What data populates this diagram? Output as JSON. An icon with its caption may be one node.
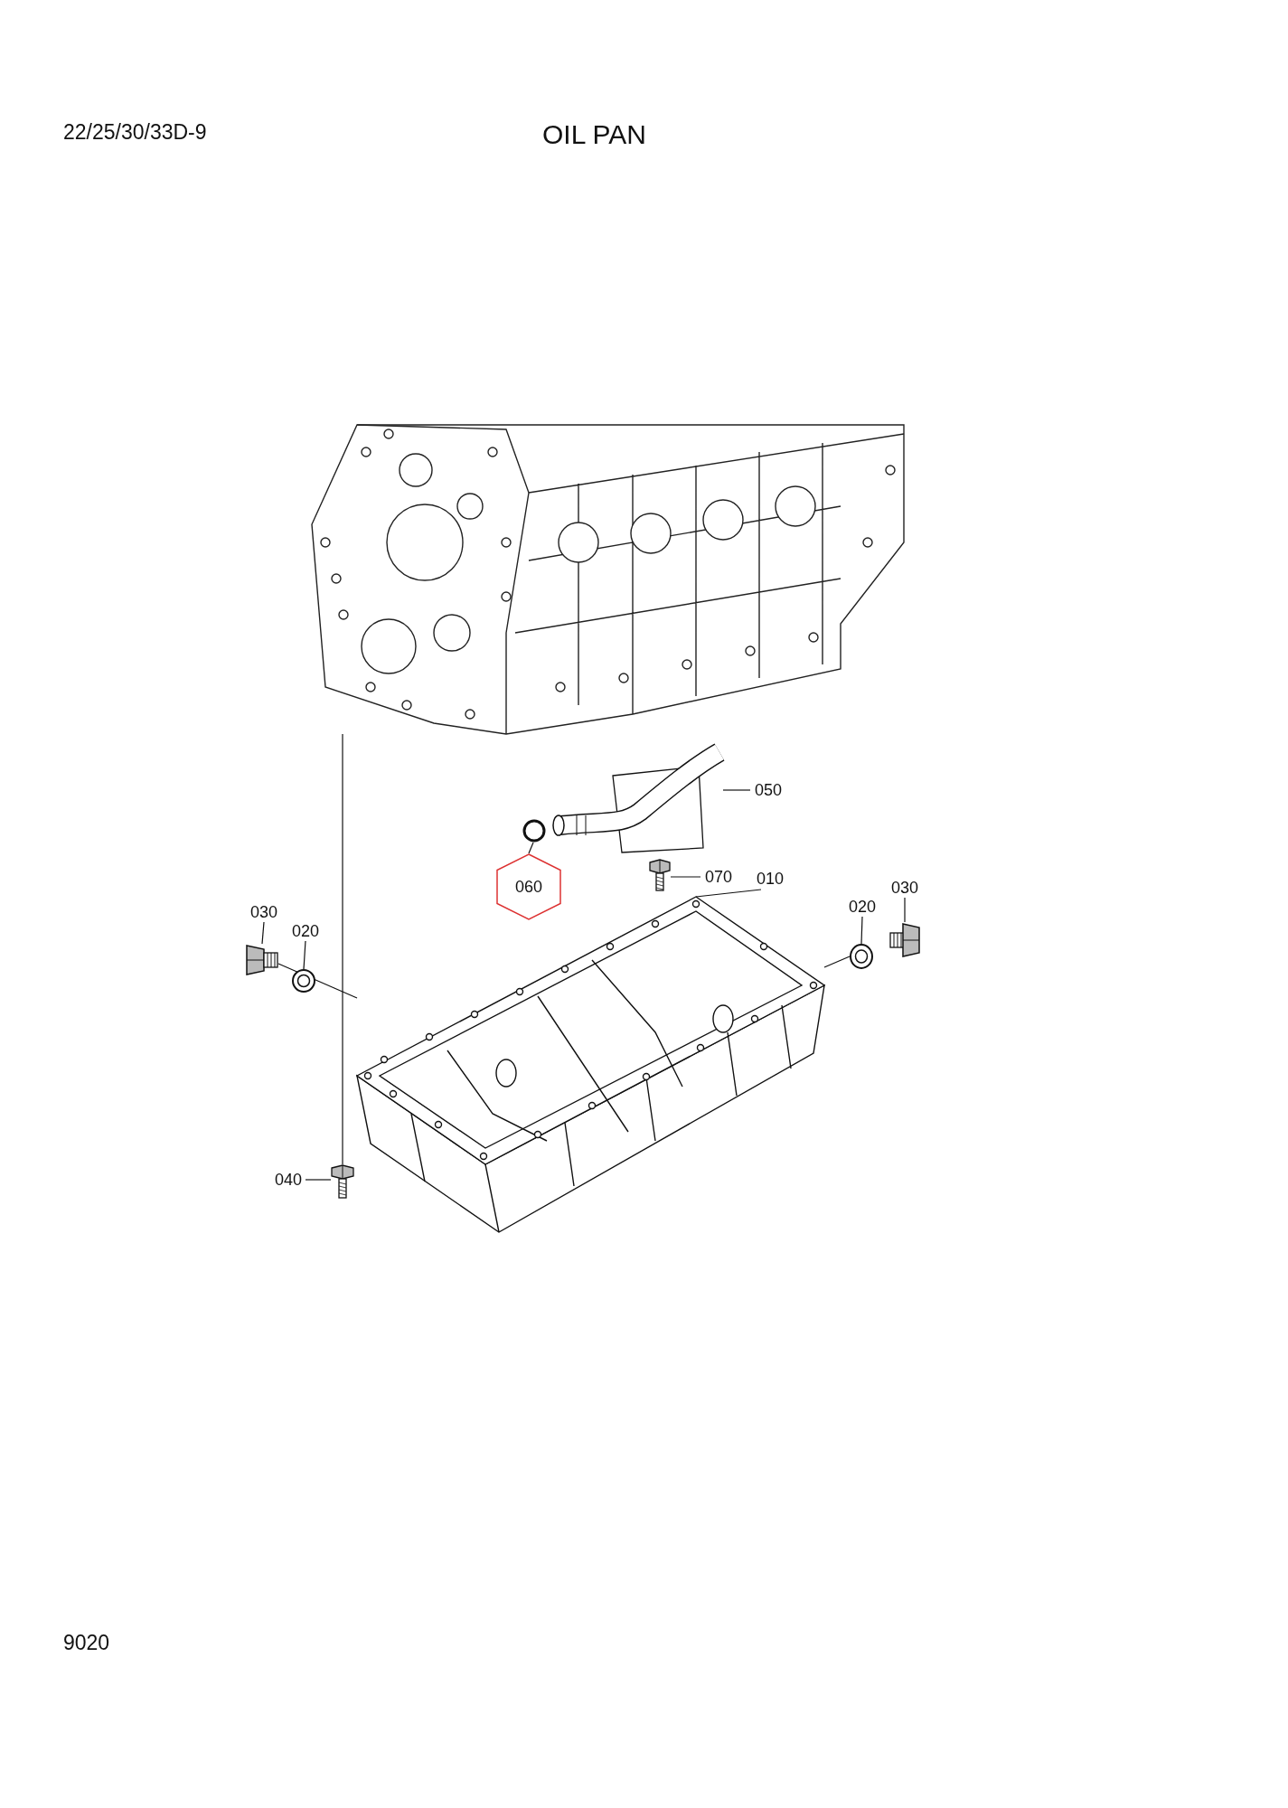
{
  "diagram": {
    "title": "OIL PAN",
    "nodes": [
      {
        "text": [
          "050"
        ]
      },
      {
        "text": [],
        "shape": "picture"
      },
      {
        "text": [
          "060"
        ]
      },
      {
        "text": [],
        "shape": "circle"
      },
      {
        "text": [
          "070"
        ]
      },
      {
        "text": [],
        "shape": "picture"
      },
      {
        "text": [
          "030"
        ]
      },
      {
        "text": [
          "020"
        ]
      },
      {
        "text": [],
        "shape": "picture"
      },
      {
        "text": [],
        "shape": "picture"
      },
      {
        "text": [
          "010"
        ]
      },
      {
        "text": [
          "030"
        ]
      },
      {
        "text": [
          "020"
        ]
      },
      {
        "text": [],
        "shape": "picture"
      },
      {
        "text": [],
        "shape": "picture"
      },
      {
        "text": [],
        "shape": "picture"
      },
      {
        "text": [
          "040"
        ]
      },
      {
        "text": [],
        "shape": "picture"
      },
      {
        "text": [],
        "shape": "picture"
      }
    ],
    "edges": [
      {
        "from": 0,
        "to": 1,
        "arrow": "none"
      },
      {
        "from": 2,
        "to": 3,
        "arrow": "none"
      },
      {
        "from": 4,
        "to": 5,
        "arrow": "none"
      },
      {
        "from": 6,
        "to": 8,
        "arrow": "none"
      },
      {
        "from": 7,
        "to": 9,
        "arrow": "none"
      },
      {
        "from": 10,
        "to": 15,
        "arrow": "none"
      },
      {
        "from": 11,
        "to": 13,
        "arrow": "none"
      },
      {
        "from": 12,
        "to": 14,
        "arrow": "none"
      },
      {
        "from": 16,
        "to": 17,
        "arrow": "none"
      },
      {
        "from": 18,
        "to": 17,
        "arrow": "none"
      },
      {
        "from": 13,
        "to": 15,
        "arrow": "none"
      },
      {
        "from": 9,
        "to": 15,
        "arrow": "none"
      }
    ],
    "labels": [
      "22/25/30/33D-9",
      "9020"
    ]
  }
}
